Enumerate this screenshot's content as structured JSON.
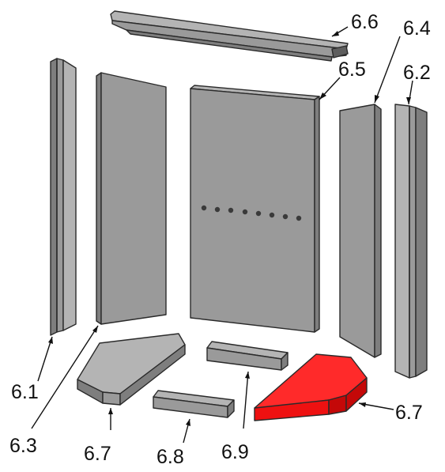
{
  "parts": [
    {
      "id": "top-plate",
      "label": "6.6"
    },
    {
      "id": "back-plate",
      "label": "6.5"
    },
    {
      "id": "right-side-plate",
      "label": "6.4"
    },
    {
      "id": "right-rear-strip",
      "label": "6.2"
    },
    {
      "id": "left-rear-strip",
      "label": "6.1"
    },
    {
      "id": "left-side-plate",
      "label": "6.3"
    },
    {
      "id": "left-floor-plate",
      "label": "6.7"
    },
    {
      "id": "front-floor-bar",
      "label": "6.8"
    },
    {
      "id": "rear-floor-bar",
      "label": "6.9"
    },
    {
      "id": "right-floor-plate",
      "label": "6.7",
      "highlighted": true
    }
  ],
  "colors": {
    "part_face": "#9a9a9a",
    "part_side": "#7e7e7e",
    "part_top": "#b4b4b4",
    "part_dark": "#5e5e5e",
    "highlight": "#ee1111",
    "highlight_side": "#c40808",
    "highlight_top": "#ff2a2a",
    "edge": "#2a2a2a",
    "label": "#111111"
  }
}
